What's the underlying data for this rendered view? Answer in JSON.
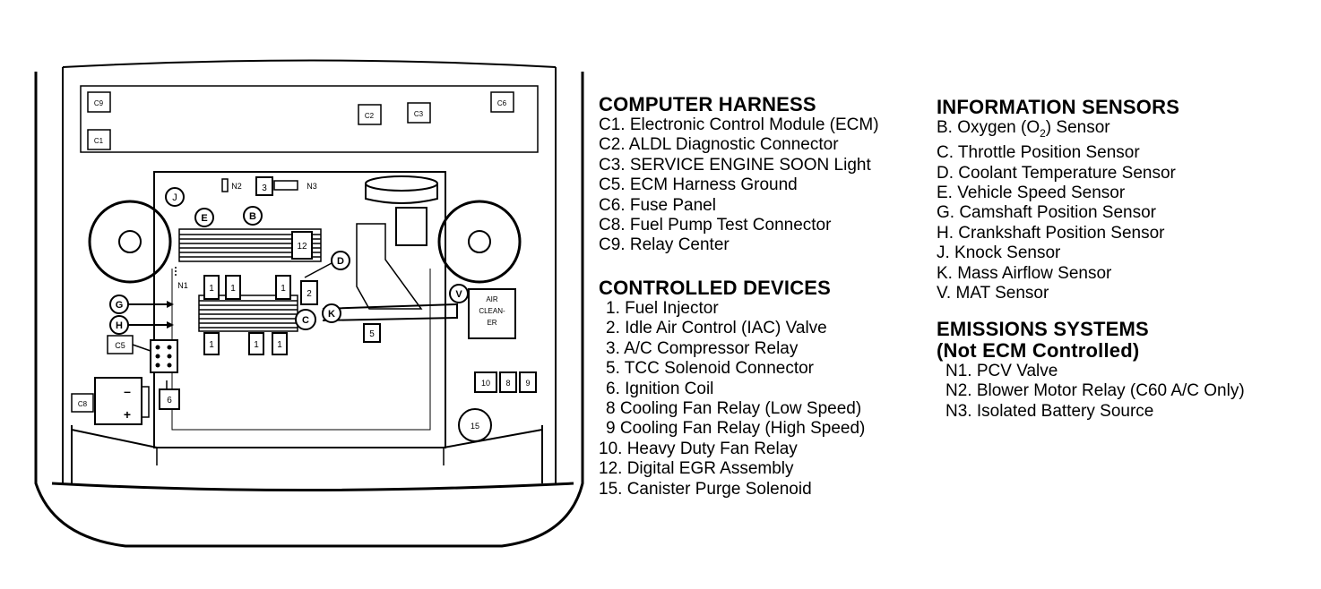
{
  "diagram": {
    "labels": {
      "c9": "C9",
      "c1": "C1",
      "c2": "C2",
      "c3": "C3",
      "c6": "C6",
      "c5": "C5",
      "c8": "C8",
      "n1": "N1",
      "n2": "N2",
      "n3": "N3",
      "n3box": "3",
      "j": "J",
      "e": "E",
      "b": "B",
      "d": "D",
      "g": "G",
      "h": "H",
      "k": "K",
      "c": "C",
      "v": "V",
      "r12": "12",
      "r2": "2",
      "r1": "1",
      "r5": "5",
      "r6": "6",
      "r10": "10",
      "r8": "8",
      "r9": "9",
      "r15": "15",
      "air1": "AIR",
      "air2": "CLEAN-",
      "air3": "ER",
      "minus": "–",
      "plus": "+"
    }
  },
  "legend": {
    "harness": {
      "title": "COMPUTER HARNESS",
      "items": [
        "C1. Electronic Control Module (ECM)",
        "C2. ALDL Diagnostic Connector",
        "C3. SERVICE ENGINE SOON Light",
        "C5. ECM Harness Ground",
        "C6. Fuse Panel",
        "C8. Fuel Pump Test Connector",
        "C9. Relay Center"
      ]
    },
    "devices": {
      "title": "CONTROLLED DEVICES",
      "items": [
        "1. Fuel Injector",
        "2. Idle Air Control (IAC) Valve",
        "3. A/C Compressor Relay",
        "5. TCC Solenoid Connector",
        "6. Ignition Coil",
        "8 Cooling Fan Relay (Low Speed)",
        "9 Cooling Fan Relay (High Speed)",
        "10. Heavy Duty Fan Relay",
        "12. Digital EGR Assembly",
        "15. Canister Purge Solenoid"
      ]
    },
    "sensors": {
      "title": "INFORMATION SENSORS",
      "oxygen_pre": "B. Oxygen (O",
      "oxygen_sub": "2",
      "oxygen_post": ") Sensor",
      "items": [
        "C. Throttle Position Sensor",
        "D. Coolant Temperature Sensor",
        "E. Vehicle Speed Sensor",
        "G. Camshaft Position Sensor",
        "H. Crankshaft Position Sensor",
        "J. Knock Sensor",
        "K. Mass Airflow Sensor",
        "V. MAT Sensor"
      ]
    },
    "emissions": {
      "title": "EMISSIONS SYSTEMS",
      "subtitle": "(Not ECM Controlled)",
      "items": [
        "N1. PCV Valve",
        "N2. Blower Motor Relay (C60 A/C Only)",
        "N3. Isolated Battery Source"
      ]
    }
  }
}
